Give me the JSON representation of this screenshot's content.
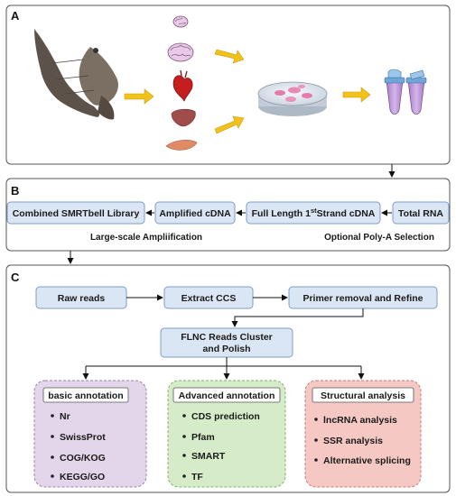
{
  "panels": {
    "a": {
      "label": "A"
    },
    "b": {
      "label": "B",
      "flow": [
        "Total RNA",
        "Full Length 1",
        "st",
        "Strand cDNA",
        "Amplified cDNA",
        "Combined SMRTbell Library"
      ],
      "notes": {
        "right": "Optional Poly-A Selection",
        "left": "Large-scale Ampliification"
      }
    },
    "c": {
      "label": "C",
      "pipeline": [
        "Raw reads",
        "Extract CCS",
        "Primer removal and Refine"
      ],
      "cluster": [
        "FLNC Reads Cluster",
        "and Polish"
      ],
      "groups": [
        {
          "title": "basic annotation",
          "items": [
            "Nr",
            "SwissProt",
            "COG/KOG",
            "KEGG/GO"
          ]
        },
        {
          "title": "Advanced annotation",
          "items": [
            "CDS prediction",
            "Pfam",
            "SMART",
            "TF"
          ]
        },
        {
          "title": "Structural analysis",
          "items": [
            "lncRNA analysis",
            "SSR analysis",
            "Alternative splicing"
          ]
        }
      ]
    }
  },
  "colors": {
    "box_fill": "#dbe6f4",
    "box_stroke": "#7c9cc8",
    "basic_fill": "#e3d5ea",
    "advanced_fill": "#d6ecc9",
    "structural_fill": "#f5c8c4",
    "arrow_yellow": "#f2c21b",
    "bat": "#6e6258",
    "tube": "#b48fd0"
  },
  "icons": [
    "bat-icon",
    "brain-icon",
    "heart-icon",
    "liver-icon",
    "muscle-icon",
    "petri-dish-icon",
    "tube-icon"
  ]
}
